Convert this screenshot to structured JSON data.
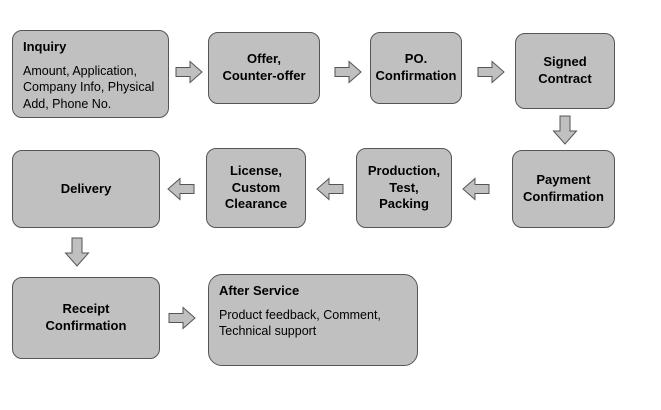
{
  "diagram": {
    "colors": {
      "background": "#ffffff",
      "box_fill": "#c0c0c0",
      "box_border": "#555555",
      "arrow_fill": "#c0c0c0",
      "arrow_border": "#555555",
      "text": "#000000"
    },
    "nodes": {
      "inquiry": {
        "title": "Inquiry",
        "body": "Amount, Application,\nCompany Info, Physical\nAdd, Phone No."
      },
      "offer": {
        "title": "Offer,\nCounter-offer"
      },
      "po_confirmation": {
        "title": "PO.\nConfirmation"
      },
      "signed_contract": {
        "title": "Signed\nContract"
      },
      "payment_confirmation": {
        "title": "Payment\nConfirmation"
      },
      "production_test_packing": {
        "title": "Production,\nTest,\nPacking"
      },
      "license_custom_clearance": {
        "title": "License,\nCustom\nClearance"
      },
      "delivery": {
        "title": "Delivery"
      },
      "receipt_confirmation": {
        "title": "Receipt\nConfirmation"
      },
      "after_service": {
        "title": "After Service",
        "body": "Product feedback, Comment,\nTechnical support"
      }
    }
  }
}
